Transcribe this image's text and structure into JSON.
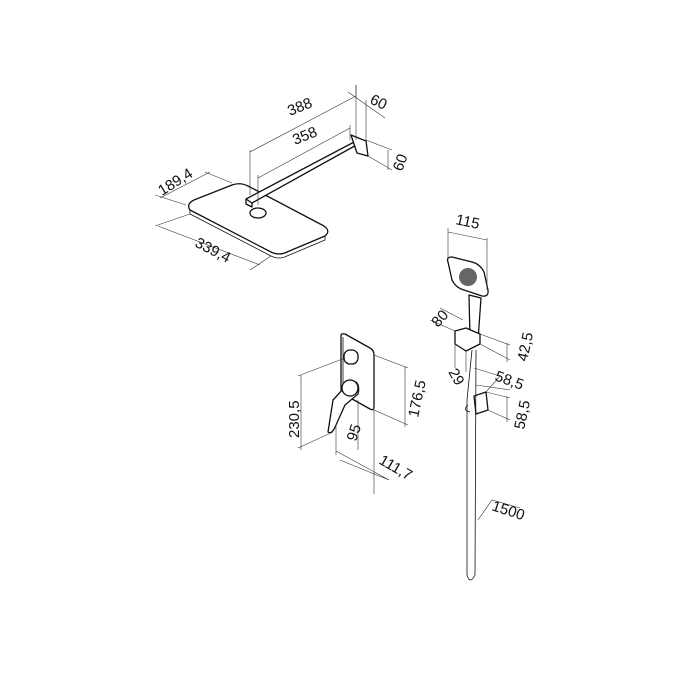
{
  "dimensions": {
    "arm_length_total": "388",
    "arm_length_inner": "358",
    "wall_flange_width": "60",
    "wall_flange_height": "60",
    "head_depth": "189,4",
    "head_width": "339,4",
    "handshower_width": "115",
    "holder_depth": "80",
    "holder_height": "42,5",
    "holder_width": "29",
    "outlet_width": "58,5",
    "outlet_height": "58,5",
    "mixer_plate_height": "176,5",
    "mixer_total_height": "230,5",
    "mixer_plate_width": "95",
    "mixer_projection": "111,7",
    "hose_length": "1500"
  }
}
